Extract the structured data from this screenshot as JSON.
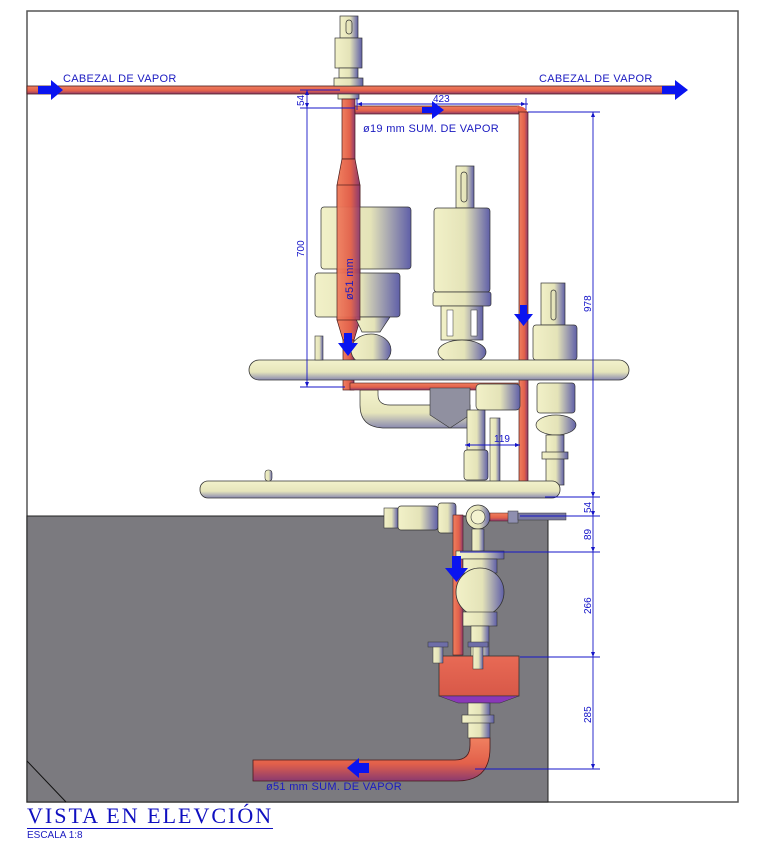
{
  "drawing": {
    "view_title": "VISTA EN ELEVCIÓN",
    "scale_label": "ESCALA 1:8",
    "colors": {
      "steam_pipe": "#e0644c",
      "flow_arrow": "#0a14f0",
      "dimension": "#1515c8",
      "equipment": "#ecebc0",
      "wall": "#7b7a7f",
      "frame": "#555555"
    },
    "pipe_labels": {
      "header_left": "CABEZAL DE VAPOR",
      "header_right": "CABEZAL DE VAPOR",
      "supply_19": "ø19 mm SUM. DE VAPOR",
      "supply_51_vertical": "ø51 mm",
      "supply_51_bottom": "ø51 mm SUM. DE VAPOR"
    },
    "dimensions": {
      "d_54_top": "54",
      "d_423": "423",
      "d_700": "700",
      "d_978": "978",
      "d_119": "119",
      "d_54_right": "54",
      "d_89": "89",
      "d_266": "266",
      "d_285": "285"
    },
    "flow_arrows": [
      {
        "id": "header-left",
        "direction": "right"
      },
      {
        "id": "header-right",
        "direction": "right"
      },
      {
        "id": "supply-19-top",
        "direction": "right"
      },
      {
        "id": "supply-19-down",
        "direction": "down"
      },
      {
        "id": "supply-51-down",
        "direction": "down"
      },
      {
        "id": "lower-drop",
        "direction": "down"
      },
      {
        "id": "outlet",
        "direction": "left"
      }
    ]
  }
}
